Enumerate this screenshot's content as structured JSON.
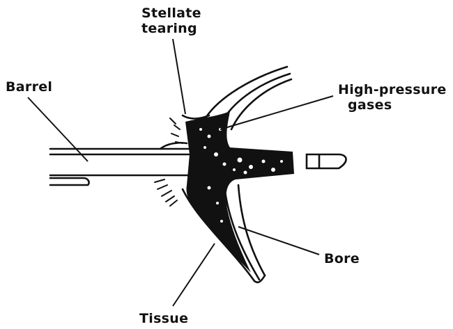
{
  "labels": {
    "stellate_line1": "Stellate",
    "stellate_line2": "tearing",
    "barrel": "Barrel",
    "gas_line1": "High-pressure",
    "gas_line2": "gases",
    "bore": "Bore",
    "tissue": "Tissue"
  },
  "colors": {
    "ink": "#111111",
    "paper": "#ffffff"
  }
}
